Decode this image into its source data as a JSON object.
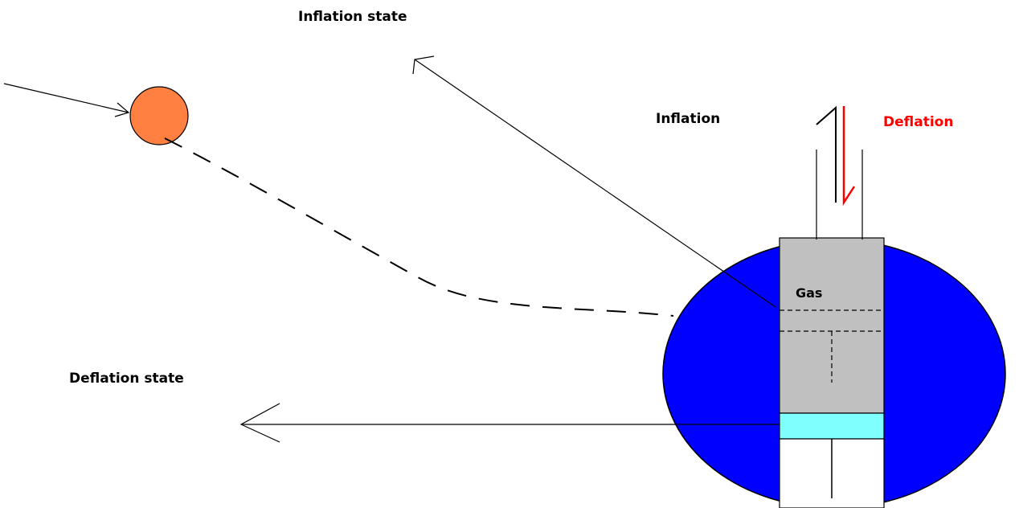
{
  "labels": {
    "inflation_state": "Inflation state",
    "deflation_state": "Deflation state",
    "inflation": "Inflation",
    "deflation": "Deflation",
    "gas": "Gas"
  },
  "colors": {
    "sphere_fill": "#0000ff",
    "chamber_fill": "#c0c0c0",
    "piston_band_fill": "#80ffff",
    "ball_fill": "#ff8040",
    "deflation_text": "#ff0000",
    "deflation_arrow": "#ff0000",
    "line": "#000000"
  }
}
